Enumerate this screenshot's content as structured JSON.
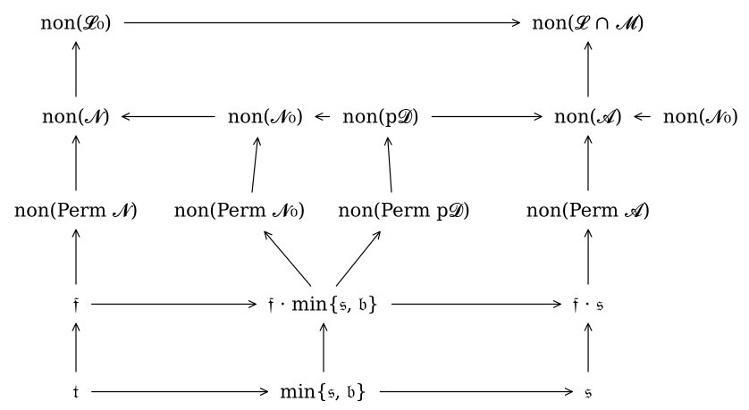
{
  "diagram": {
    "nodes": {
      "non_L0": "non(𝓛₀)",
      "non_L_cap_M": "non(𝓛 ∩ 𝓜)",
      "non_N": "non(𝓝)",
      "non_N0": "non(𝓝₀)",
      "non_pD": "non(p𝓓)",
      "non_A": "non(𝓐)",
      "non_N0_right": "non(𝓝₀)",
      "non_Perm_N": "non(Perm 𝓝)",
      "non_Perm_N0": "non(Perm 𝓝₀)",
      "non_Perm_pD": "non(Perm p𝓓)",
      "non_Perm_A": "non(Perm 𝓐)",
      "f": "𝔣",
      "f_min_s_b": "𝔣 · min{𝔰, 𝔟}",
      "f_s": "𝔣 · 𝔰",
      "t": "𝔱",
      "min_s_b": "min{𝔰, 𝔟}",
      "s": "𝔰"
    },
    "edges": [
      {
        "from": "non_L0",
        "to": "non_L_cap_M"
      },
      {
        "from": "non_N",
        "to": "non_L0"
      },
      {
        "from": "non_A",
        "to": "non_L_cap_M"
      },
      {
        "from": "non_N0",
        "to": "non_N"
      },
      {
        "from": "non_pD",
        "to": "non_N0"
      },
      {
        "from": "non_pD",
        "to": "non_A"
      },
      {
        "from": "non_N0_right",
        "to": "non_A"
      },
      {
        "from": "non_Perm_N",
        "to": "non_N"
      },
      {
        "from": "non_Perm_N0",
        "to": "non_N0"
      },
      {
        "from": "non_Perm_pD",
        "to": "non_pD"
      },
      {
        "from": "non_Perm_A",
        "to": "non_A"
      },
      {
        "from": "f",
        "to": "non_Perm_N"
      },
      {
        "from": "f_min_s_b",
        "to": "non_Perm_N0"
      },
      {
        "from": "f_min_s_b",
        "to": "non_Perm_pD"
      },
      {
        "from": "f_s",
        "to": "non_Perm_A"
      },
      {
        "from": "f",
        "to": "f_min_s_b"
      },
      {
        "from": "f_min_s_b",
        "to": "f_s"
      },
      {
        "from": "t",
        "to": "f"
      },
      {
        "from": "min_s_b",
        "to": "f_min_s_b"
      },
      {
        "from": "s",
        "to": "f_s"
      },
      {
        "from": "t",
        "to": "min_s_b"
      },
      {
        "from": "min_s_b",
        "to": "s"
      }
    ]
  }
}
